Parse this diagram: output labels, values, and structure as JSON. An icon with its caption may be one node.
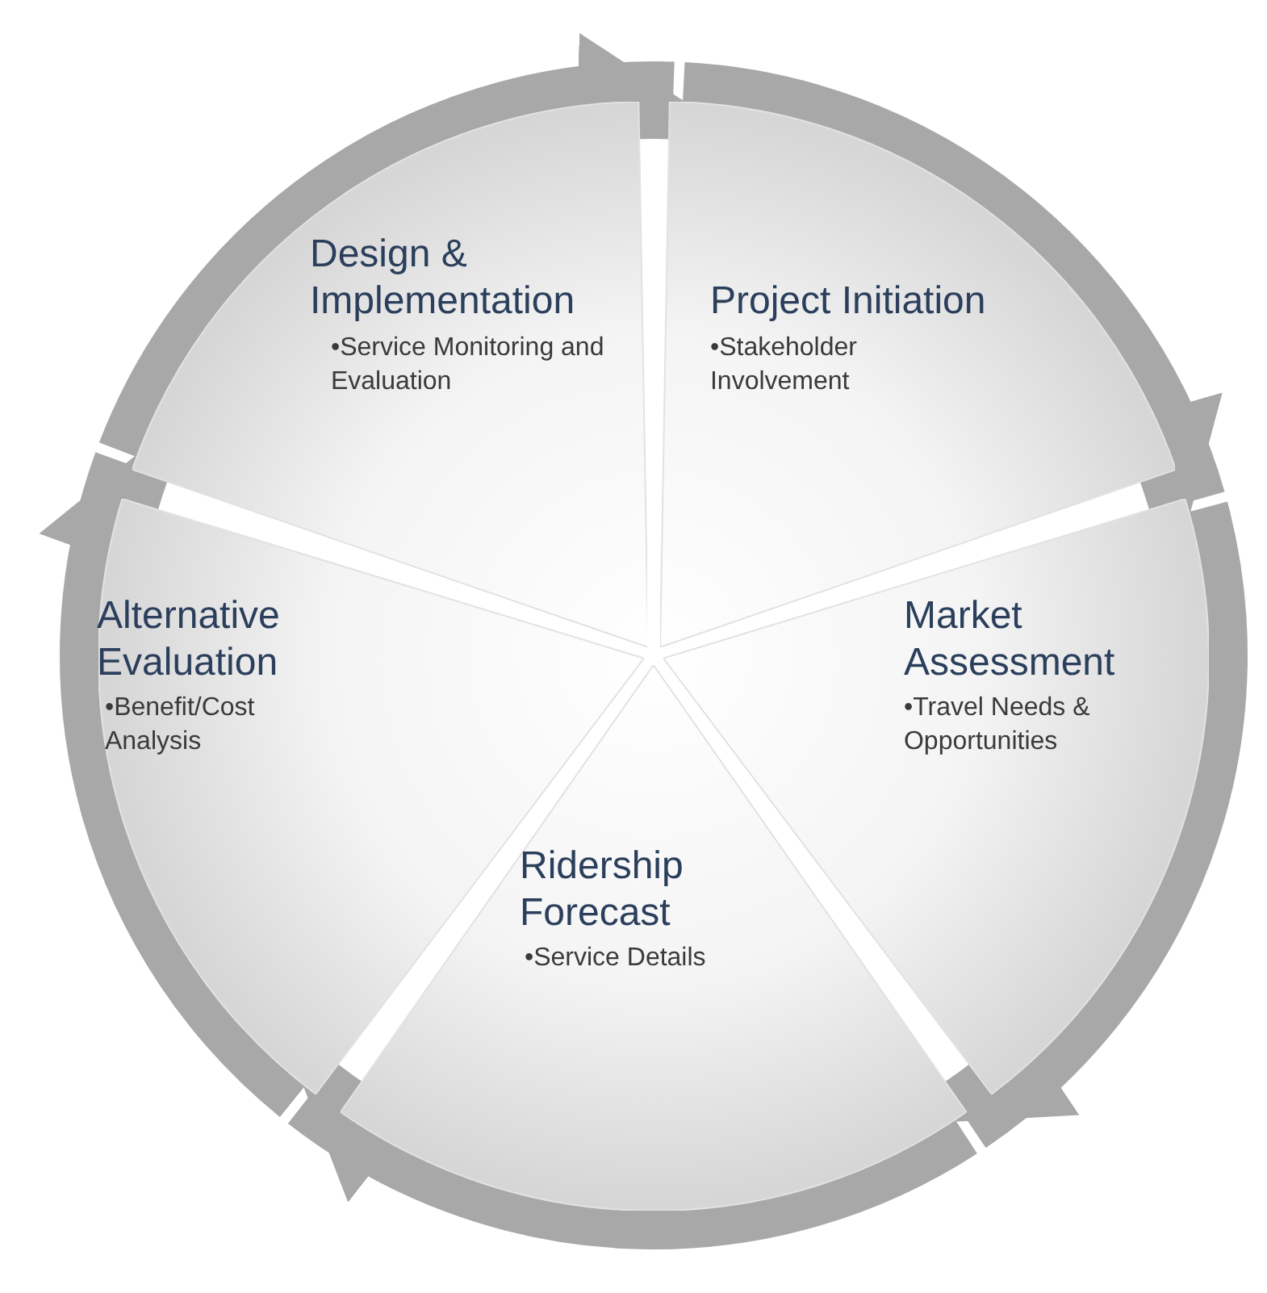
{
  "diagram": {
    "nodes": [
      {
        "text": [
          "Design & Implementation",
          "•Service Monitoring and Evaluation"
        ]
      },
      {
        "text": [
          "Project Initiation",
          "•Stakeholder Involvement"
        ]
      },
      {
        "text": [
          "Alternative Evaluation",
          "•Benefit/Cost Analysis"
        ]
      },
      {
        "text": [
          "Market Assessment",
          "•Travel Needs & Opportunities"
        ]
      },
      {
        "text": [
          "Ridership Forecast",
          "•Service Details"
        ]
      }
    ],
    "edges": [
      {
        "from": 0,
        "to": 1,
        "arrow": "to"
      },
      {
        "from": 1,
        "to": 3,
        "arrow": "to"
      },
      {
        "from": 3,
        "to": 4,
        "arrow": "to"
      },
      {
        "from": 4,
        "to": 2,
        "arrow": "to"
      },
      {
        "from": 2,
        "to": 0,
        "arrow": "to"
      }
    ]
  }
}
